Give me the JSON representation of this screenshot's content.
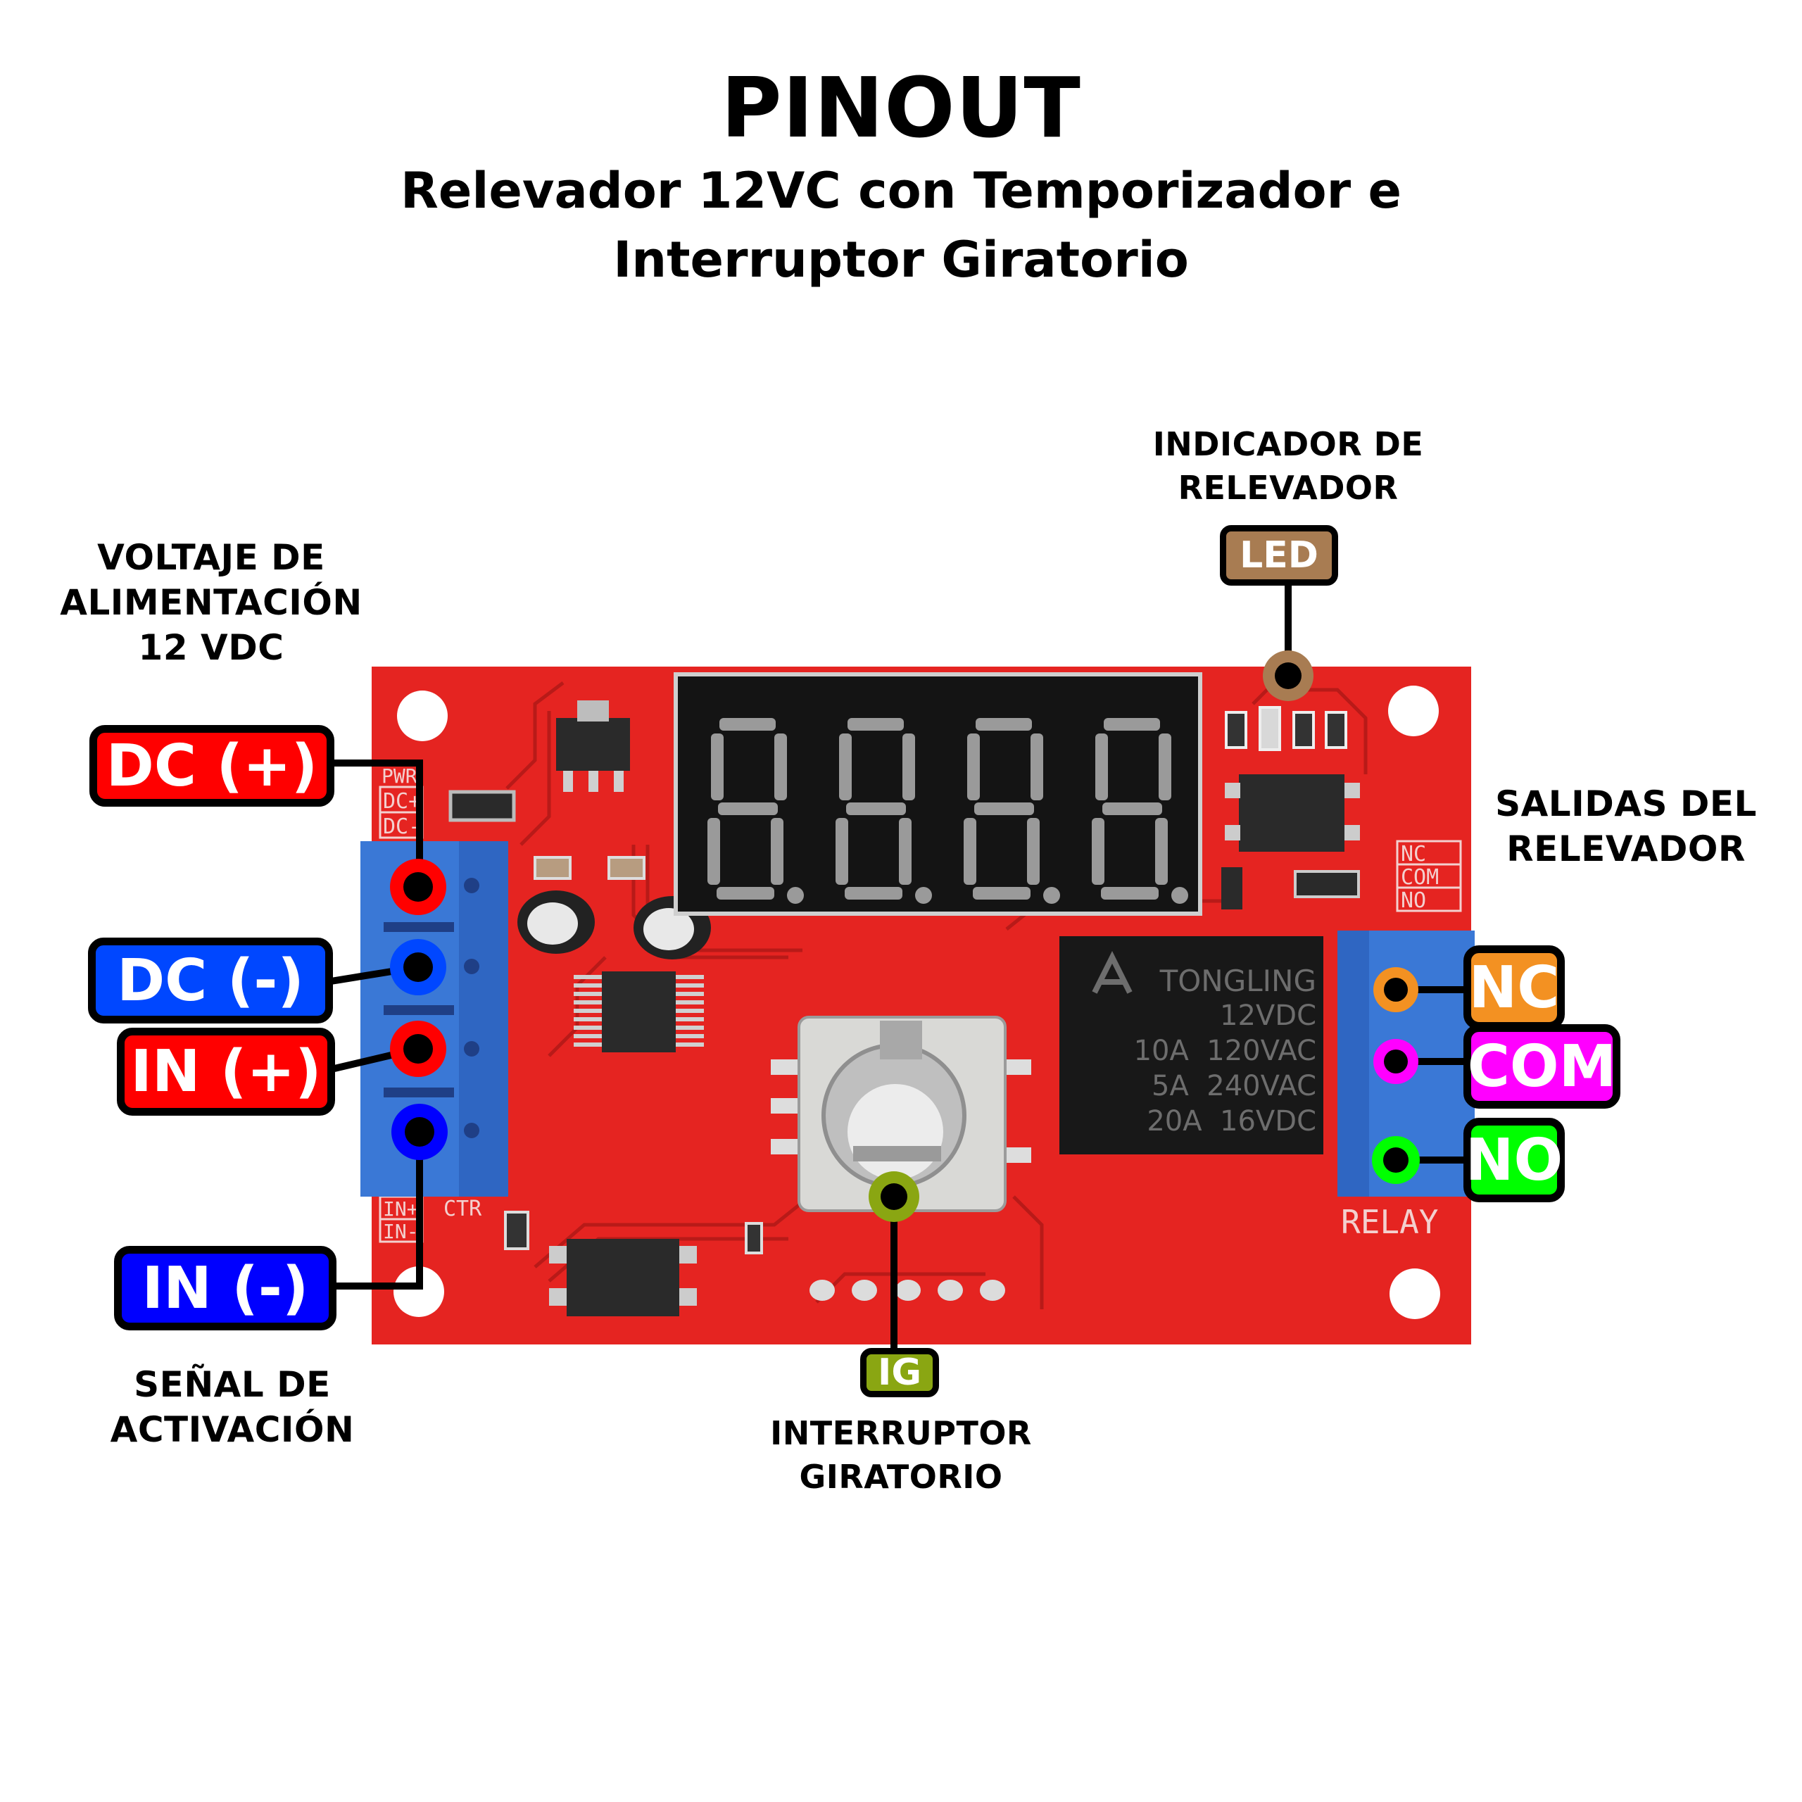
{
  "header": {
    "title": "PINOUT",
    "subtitle_line1": "Relevador 12VC con Temporizador e",
    "subtitle_line2": "Interruptor Giratorio"
  },
  "groups": {
    "power": {
      "line1": "VOLTAJE DE",
      "line2": "ALIMENTACIÓN",
      "line3": "12 VDC"
    },
    "signal": {
      "line1": "SEÑAL DE",
      "line2": "ACTIVACIÓN"
    },
    "led": {
      "line1": "INDICADOR DE",
      "line2": "RELEVADOR"
    },
    "outputs": {
      "line1": "SALIDAS DEL",
      "line2": "RELEVADOR"
    },
    "encoder": {
      "line1": "INTERRUPTOR",
      "line2": "GIRATORIO"
    }
  },
  "pins": [
    {
      "id": "dc-plus",
      "label": "DC (+)",
      "color": "#ff0000"
    },
    {
      "id": "dc-minus",
      "label": "DC (-)",
      "color": "#0047ff"
    },
    {
      "id": "in-plus",
      "label": "IN (+)",
      "color": "#ff0000"
    },
    {
      "id": "in-minus",
      "label": "IN (-)",
      "color": "#0000ff"
    },
    {
      "id": "nc",
      "label": "NC",
      "color": "#f39122"
    },
    {
      "id": "com",
      "label": "COM",
      "color": "#ff00ff"
    },
    {
      "id": "no",
      "label": "NO",
      "color": "#00ff00"
    },
    {
      "id": "led",
      "label": "LED",
      "color": "#a87c52"
    },
    {
      "id": "ig",
      "label": "IG",
      "color": "#8aa612"
    }
  ],
  "board": {
    "silkscreen_pwr": "PWR",
    "silkscreen_dc_plus": "DC+",
    "silkscreen_dc_minus": "DC-",
    "silkscreen_in_plus": "IN+",
    "silkscreen_in_minus": "IN-",
    "silkscreen_ctr": "CTR",
    "silkscreen_nc": "NC",
    "silkscreen_com": "COM",
    "silkscreen_no": "NO",
    "silkscreen_relay": "RELAY",
    "display_digits": "8.8.8.8.",
    "relay_brand": "TONGLING",
    "relay_specs": [
      "12VDC",
      "10A  120VAC",
      "5A  240VAC",
      "20A  16VDC"
    ],
    "pcb_color": "#e52421",
    "terminal_color": "#3a78d6"
  }
}
